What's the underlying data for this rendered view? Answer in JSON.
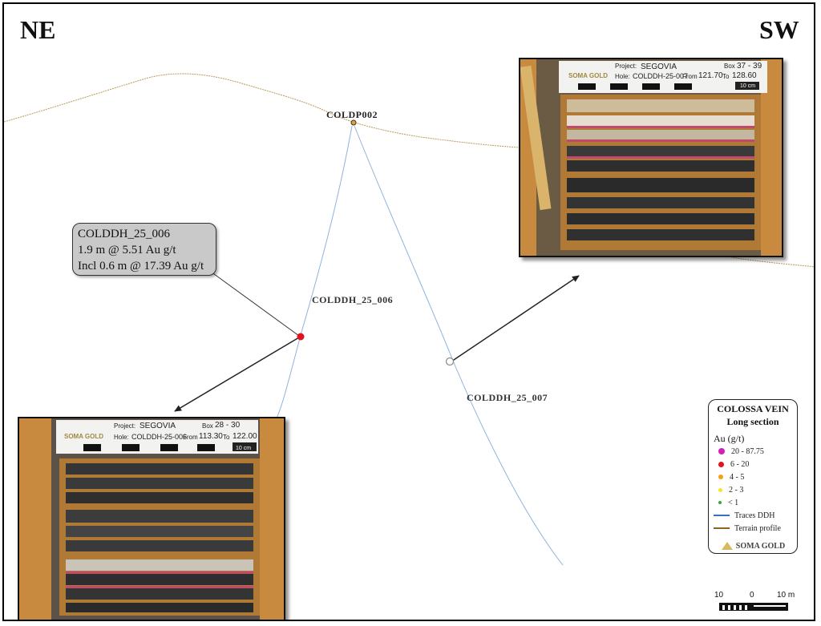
{
  "directions": {
    "left": "NE",
    "right": "SW"
  },
  "collar": {
    "label": "COLDP002"
  },
  "holes": [
    {
      "name": "COLDDH_25_006"
    },
    {
      "name": "COLDDH_25_007"
    }
  ],
  "callout": {
    "line1": "COLDDH_25_006",
    "line2": "1.9 m @ 5.51 Au g/t",
    "line3": "Incl 0.6 m @ 17.39 Au g/t"
  },
  "core_photo_top": {
    "logo": "SOMA GOLD",
    "project_label": "Project:",
    "project": "SEGOVIA",
    "box_label": "Box",
    "box": "37 - 39",
    "hole_label": "Hole:",
    "hole": "COLDDH-25-007",
    "from_label": "From",
    "from": "121.70",
    "to_label": "To",
    "to": "128.60",
    "scale": "10 cm"
  },
  "core_photo_bottom": {
    "logo": "SOMA GOLD",
    "project_label": "Project:",
    "project": "SEGOVIA",
    "box_label": "Box",
    "box": "28 - 30",
    "hole_label": "Hole:",
    "hole": "COLDDH-25-006",
    "from_label": "From",
    "from": "113.30",
    "to_label": "To",
    "to": "122.00",
    "scale": "10 cm"
  },
  "legend": {
    "title_line1": "COLOSSA VEIN",
    "title_line2": "Long section",
    "unit": "Au (g/t)",
    "classes": [
      {
        "label": "20 - 87.75",
        "color": "#d61fb8"
      },
      {
        "label": "6 - 20",
        "color": "#e0141c"
      },
      {
        "label": "4 - 5",
        "color": "#f2a11d"
      },
      {
        "label": "2 - 3",
        "color": "#f2e81d"
      },
      {
        "label": "< 1",
        "color": "#3aa33a"
      }
    ],
    "lines": [
      {
        "label": "Traces DDH",
        "color": "#3a6fc4"
      },
      {
        "label": "Terrain profile",
        "color": "#8a6a1a"
      }
    ],
    "logo": "SOMA GOLD"
  },
  "scalebar": {
    "left": "10",
    "mid": "0",
    "right": "10 m"
  },
  "colors": {
    "terrain": "#b89a5a",
    "trace": "#8fb4dc",
    "wood": "#c88a3e",
    "core": "#2f2f2f"
  }
}
